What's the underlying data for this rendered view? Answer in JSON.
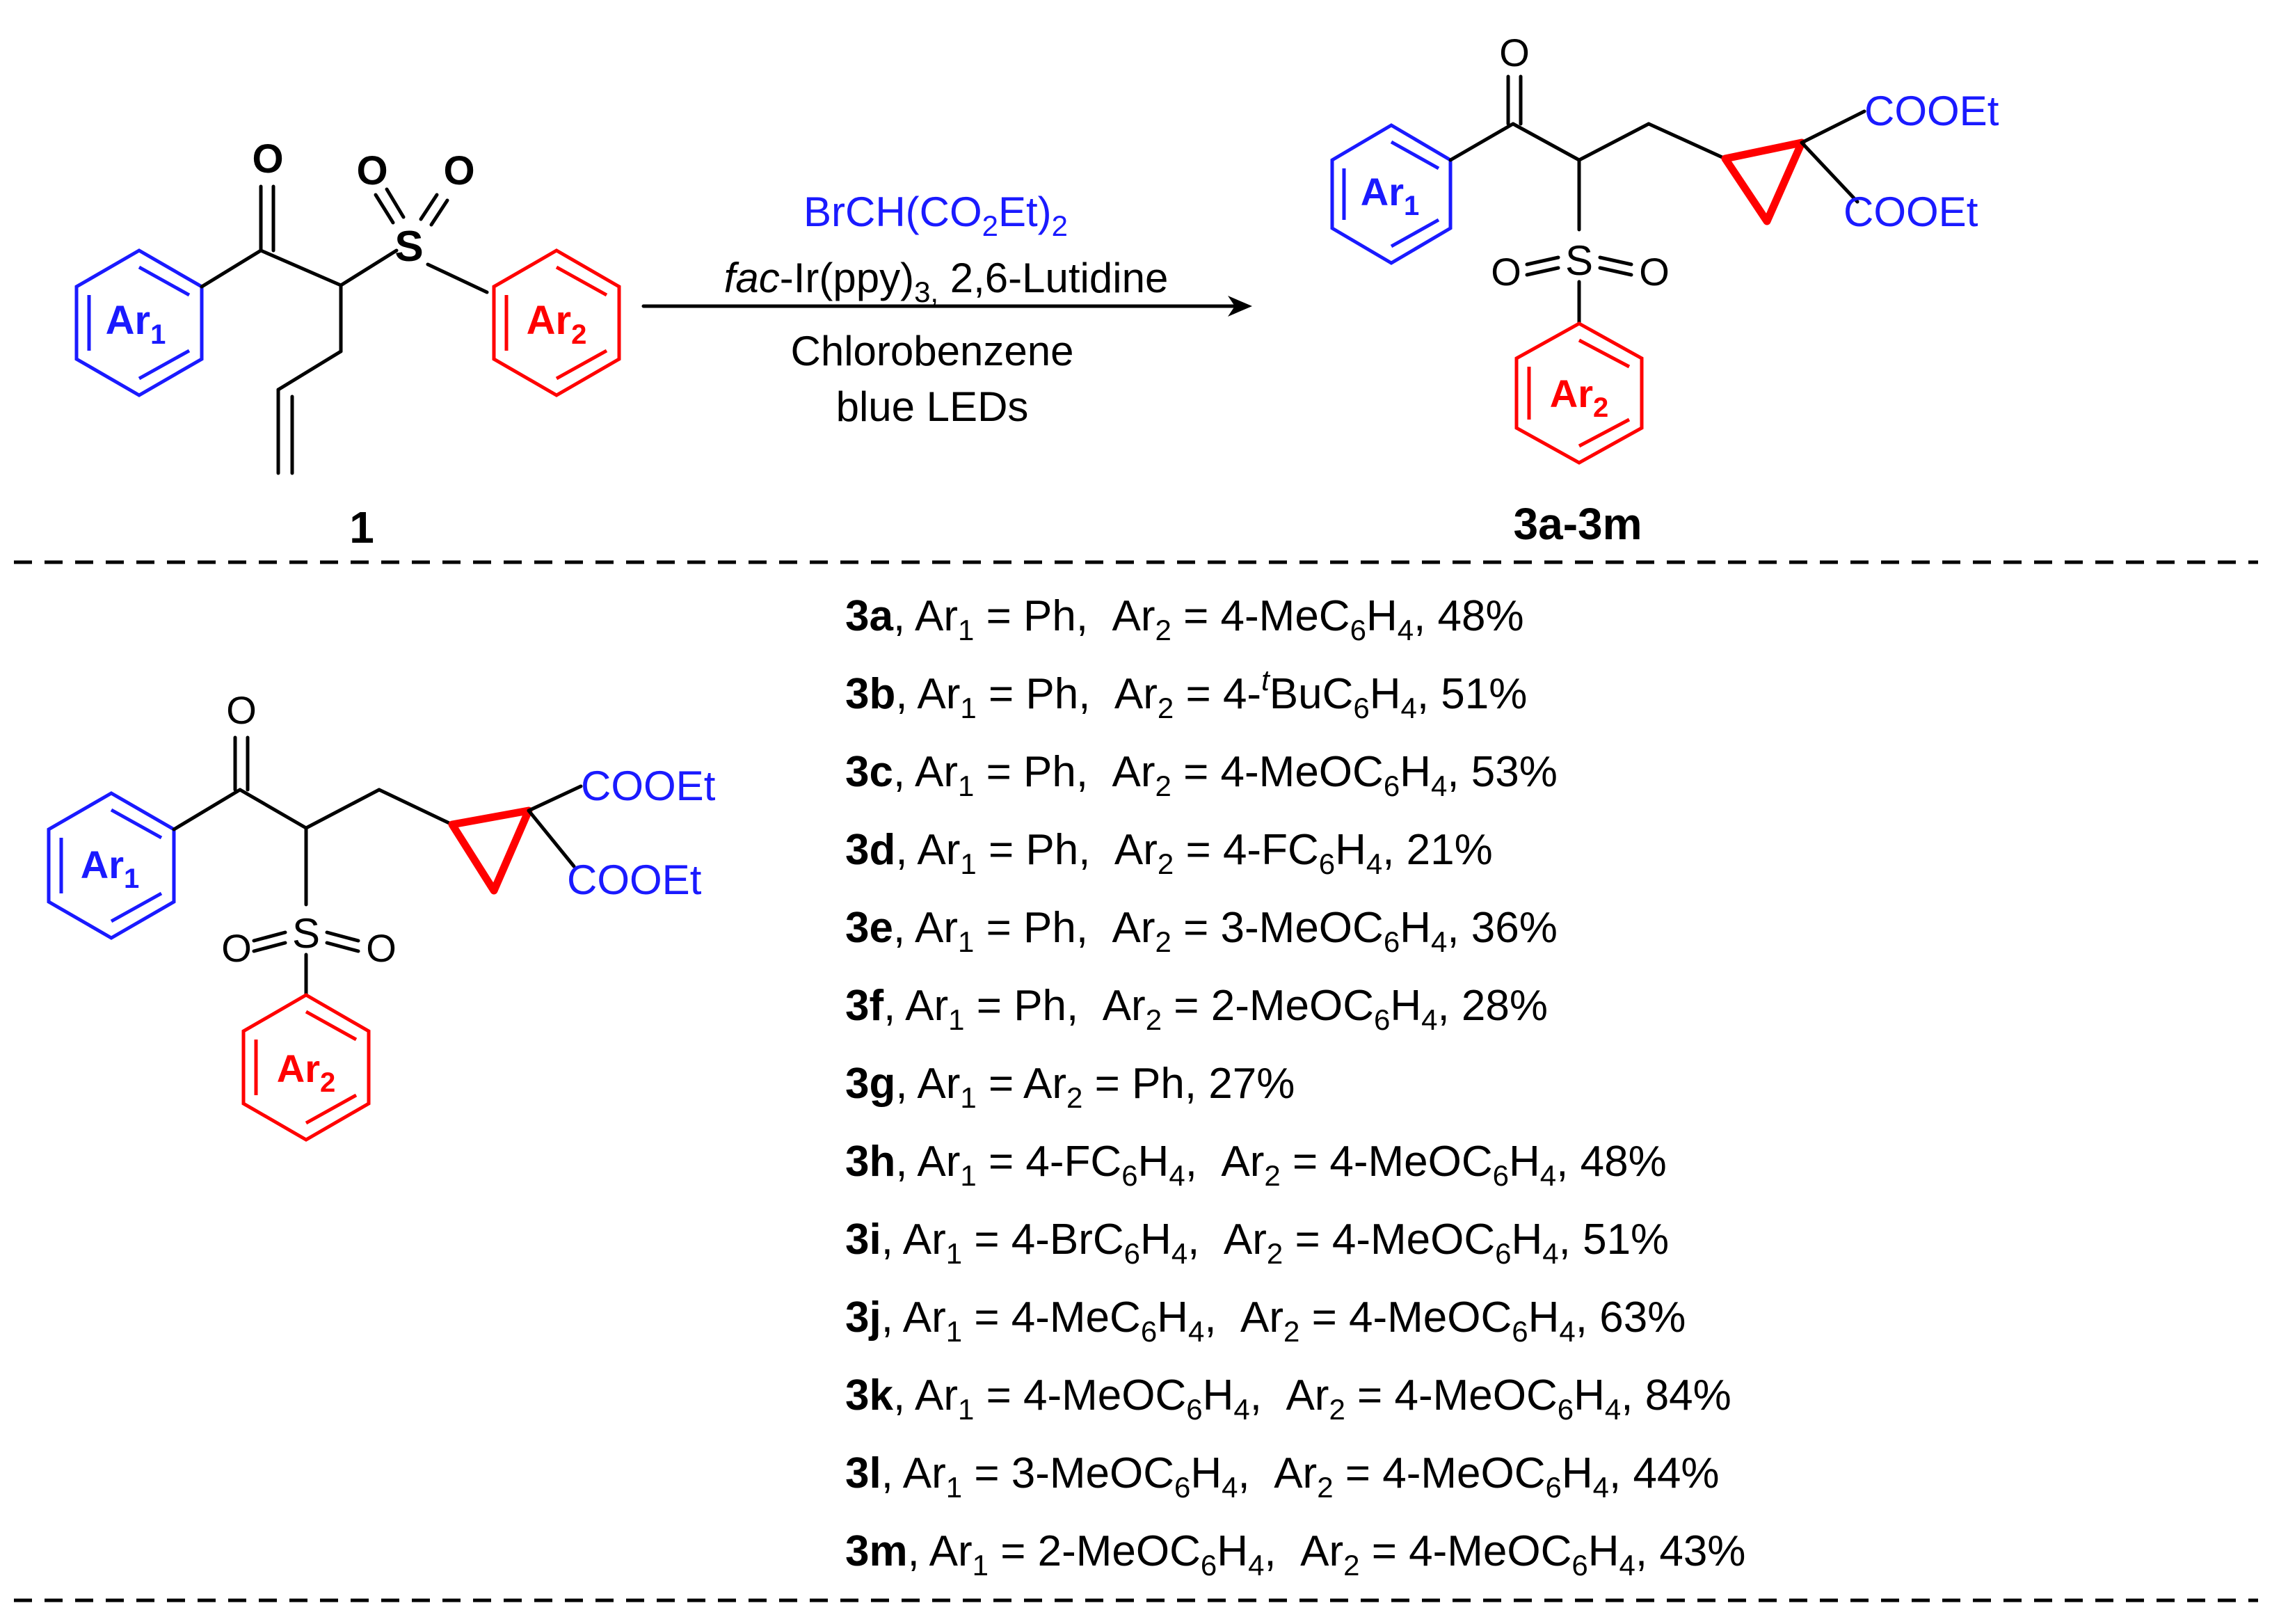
{
  "reactant": {
    "compound_number": "1",
    "ar1": "Ar1",
    "ar2": "Ar2",
    "atoms": {
      "o_ketone": "O",
      "s": "S",
      "o1": "O",
      "o2": "O"
    }
  },
  "conditions": {
    "reagent": "BrCH(CO2Et)2",
    "catalyst": "fac-Ir(ppy)3, 2,6-Lutidine",
    "solvent": "Chlorobenzene",
    "light": "blue LEDs"
  },
  "product": {
    "compound_range": "3a-3m",
    "ester1": "COOEt",
    "ester2": "COOEt"
  },
  "colors": {
    "ar1": "#1a1aff",
    "ar2": "#ff0000",
    "bond": "#000000"
  },
  "results": [
    {
      "id": "3a",
      "ar1": "Ph",
      "ar2": "4-MeC6H4",
      "yield": "48%"
    },
    {
      "id": "3b",
      "ar1": "Ph",
      "ar2": "4-tBuC6H4",
      "yield": "51%"
    },
    {
      "id": "3c",
      "ar1": "Ph",
      "ar2": "4-MeOC6H4",
      "yield": "53%"
    },
    {
      "id": "3d",
      "ar1": "Ph",
      "ar2": "4-FC6H4",
      "yield": "21%"
    },
    {
      "id": "3e",
      "ar1": "Ph",
      "ar2": "3-MeOC6H4",
      "yield": "36%"
    },
    {
      "id": "3f",
      "ar1": "Ph",
      "ar2": "2-MeOC6H4",
      "yield": "28%"
    },
    {
      "id": "3g",
      "ar1": "Ph",
      "ar2": "Ph",
      "yield": "27%"
    },
    {
      "id": "3h",
      "ar1": "4-FC6H4",
      "ar2": "4-MeOC6H4",
      "yield": "48%"
    },
    {
      "id": "3i",
      "ar1": "4-BrC6H4",
      "ar2": "4-MeOC6H4",
      "yield": "51%"
    },
    {
      "id": "3j",
      "ar1": "4-MeC6H4",
      "ar2": "4-MeOC6H4",
      "yield": "63%"
    },
    {
      "id": "3k",
      "ar1": "4-MeOC6H4",
      "ar2": "4-MeOC6H4",
      "yield": "84%"
    },
    {
      "id": "3l",
      "ar1": "3-MeOC6H4",
      "ar2": "4-MeOC6H4",
      "yield": "44%"
    },
    {
      "id": "3m",
      "ar1": "2-MeOC6H4",
      "ar2": "4-MeOC6H4",
      "yield": "43%"
    }
  ]
}
